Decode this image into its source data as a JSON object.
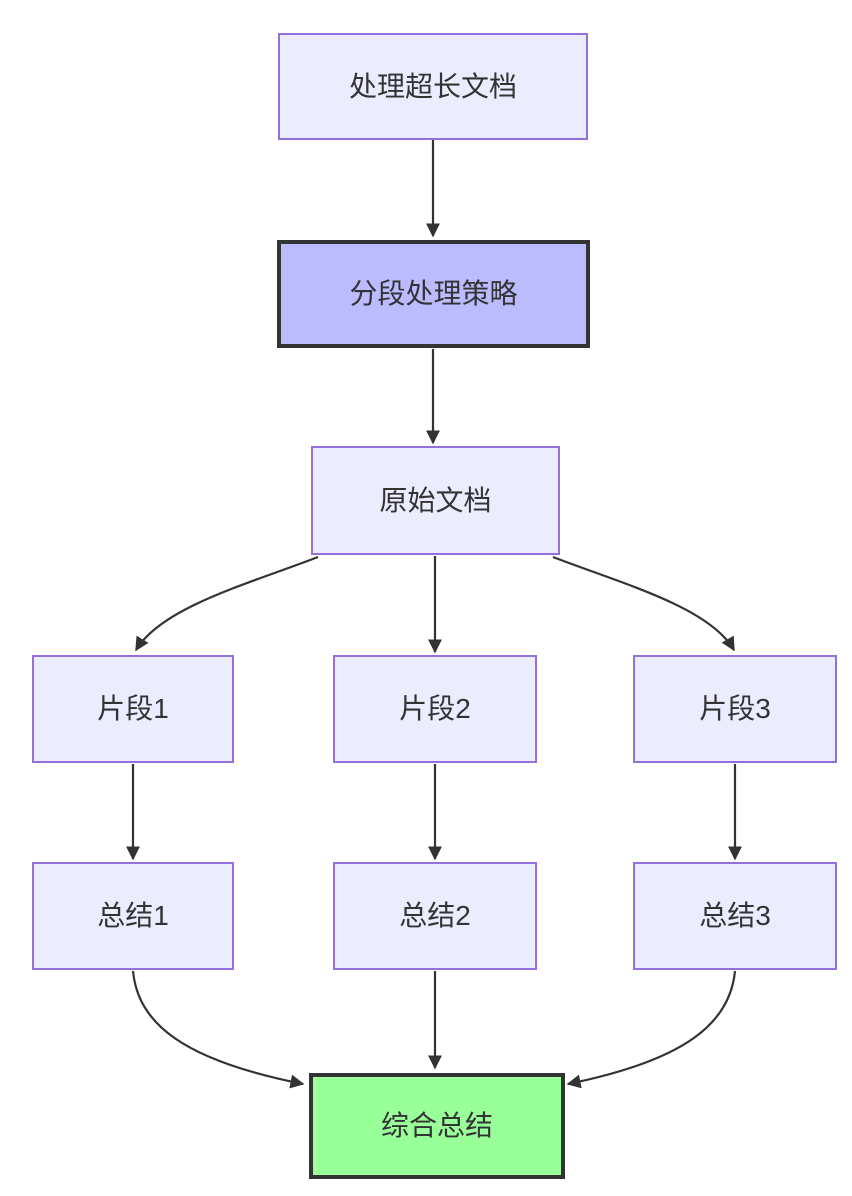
{
  "diagram": {
    "type": "flowchart",
    "direction": "top-down",
    "nodes": [
      {
        "id": "start",
        "label": "处理超长文档",
        "style": "default"
      },
      {
        "id": "strategy",
        "label": "分段处理策略",
        "style": "highlight"
      },
      {
        "id": "source-doc",
        "label": "原始文档",
        "style": "default"
      },
      {
        "id": "chunk-1",
        "label": "片段1",
        "style": "default"
      },
      {
        "id": "chunk-2",
        "label": "片段2",
        "style": "default"
      },
      {
        "id": "chunk-3",
        "label": "片段3",
        "style": "default"
      },
      {
        "id": "summary-1",
        "label": "总结1",
        "style": "default"
      },
      {
        "id": "summary-2",
        "label": "总结2",
        "style": "default"
      },
      {
        "id": "summary-3",
        "label": "总结3",
        "style": "default"
      },
      {
        "id": "final-summary",
        "label": "综合总结",
        "style": "success"
      }
    ],
    "edges": [
      {
        "from": "start",
        "to": "strategy"
      },
      {
        "from": "strategy",
        "to": "source-doc"
      },
      {
        "from": "source-doc",
        "to": "chunk-1"
      },
      {
        "from": "source-doc",
        "to": "chunk-2"
      },
      {
        "from": "source-doc",
        "to": "chunk-3"
      },
      {
        "from": "chunk-1",
        "to": "summary-1"
      },
      {
        "from": "chunk-2",
        "to": "summary-2"
      },
      {
        "from": "chunk-3",
        "to": "summary-3"
      },
      {
        "from": "summary-1",
        "to": "final-summary"
      },
      {
        "from": "summary-2",
        "to": "final-summary"
      },
      {
        "from": "summary-3",
        "to": "final-summary"
      }
    ],
    "colors": {
      "node_fill": "#ECECFF",
      "node_border": "#9370DB",
      "highlight_fill": "#BBBBFF",
      "success_fill": "#99FF99",
      "emphasis_border": "#333333",
      "arrow": "#333333",
      "text": "#333333",
      "background": "#FFFFFF"
    }
  }
}
